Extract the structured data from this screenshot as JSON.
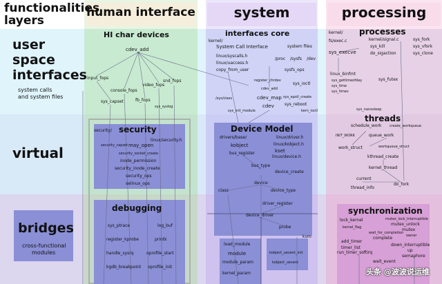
{
  "colors": {
    "user_band": "#dff4fb",
    "virtual_band": "#d8e9f7",
    "bridges_band": "#dcd6ee",
    "human_col": "#d6f0d0",
    "system_col": "#dcdcf8",
    "processing_col": "#f3d4e4",
    "box_blue": "#8a8fd6",
    "box_pink": "#d7a0d6"
  },
  "corner": {
    "functionalities": "functionalities",
    "layers": "layers"
  },
  "columns": {
    "human": "human interface",
    "system": "system",
    "processing": "processing"
  },
  "rows": {
    "user": {
      "title_lines": [
        "user",
        "space",
        "interfaces"
      ],
      "sub_lines": [
        "system calls",
        "and system files"
      ]
    },
    "virtual": {
      "title": "virtual"
    },
    "bridges": {
      "title": "bridges",
      "sub_lines": [
        "cross-functional",
        "modules"
      ]
    }
  },
  "human": {
    "title": "HI char devices",
    "cdev_add": "cdev_add",
    "input_fops": "input_fops",
    "console_fops": "console_fops",
    "video_fops": "video_fops",
    "snd_fops": "snd_fops",
    "sys_capset": "sys_capset",
    "fb_fops": "fb_fops",
    "sys_syslog": "sys_syslog"
  },
  "system_user": {
    "kernel": "kernel/",
    "title": "interfaces core",
    "sci": "System Call Interface",
    "system_files": "system files",
    "syscalls": "linux/syscalls.h",
    "uaccess": "linux/uaccess.h",
    "copy": "copy_from_user",
    "proc": "/proc",
    "sysfs": "/sysfs",
    "dev": "/dev",
    "sysfs_ops": "sysfs_ops",
    "register_chrdev": "register_chrdev",
    "cdev_add": "cdev_add",
    "sys_ioctl": "sys_ioctl",
    "cdev_map": "cdev_map",
    "sys_epoll_create": "sys_epoll_create",
    "cdev": "cdev",
    "sys_reboot": "sys_reboot",
    "sys_init_module": "sys_init_module",
    "sysclass": "/sys/class",
    "kern_ioctl": "kern_ioctl"
  },
  "processing_user": {
    "kernel": "kernel/",
    "fs_exec": "fs/exec.c",
    "title": "processes",
    "signal": "kernel/signal.c",
    "sys_fork": "sys_fork",
    "sys_kill": "sys_kill",
    "sys_vfork": "sys_vfork",
    "do_sigaction": "do_sigaction",
    "sys_execve": "sys_execve",
    "sys_clone": "sys_clone",
    "binfmt": "linux_binfmt",
    "gettimeofday": "sys_gettimeofday",
    "sys_futex": "sys_futex",
    "sys_time": "sys_time",
    "sys_times": "sys_times",
    "nanosleep": "sys_nanosleep"
  },
  "security": {
    "title": "security",
    "security_dir": "security/",
    "linux_security": "linux/security.h",
    "capset": "security_capset",
    "may_open": "may_open",
    "socket_create": "security_socket_create",
    "inode_permission": "inode_permission",
    "inode_create": "security_inode_create",
    "ops": "security_ops",
    "selinux": "selinux_ops"
  },
  "device_model": {
    "title": "Device Model",
    "drivers_base": "drivers/base/",
    "driver_h": "linux/driver.h",
    "kobject": "kobject",
    "kobject_h": "linux/kobject.h",
    "kset": "kset",
    "bus_register": "bus_register",
    "device_h": "linux/device.h",
    "bus_type": "bus_type",
    "device_create": "device_create",
    "device": "device",
    "class": "class",
    "device_type": "device_type",
    "driver_register": "driver_register",
    "device_driver": "device_driver",
    "probe": "probe",
    "kvm": "kvm"
  },
  "threads": {
    "title": "threads",
    "schedule_work": "schedule_work",
    "create_workqueue": "create_workqueue",
    "init_work": "INIT_WORK",
    "queue_work": "queue_work",
    "work_struct": "work_struct",
    "workqueue_struct": "workqueue_struct",
    "kthread_create": "kthread_create",
    "kernel_thread": "kernel_thread",
    "current": "current",
    "thread_info": "thread_info",
    "do_fork": "do_fork"
  },
  "debugging": {
    "title": "debugging",
    "ptrace": "sys_ptrace",
    "log_buf": "log_buf",
    "kprobe": "register_kprobe",
    "printk": "printk",
    "sysrq": "handle_sysrq",
    "oprofile_start": "oprofile_start",
    "breakpoint": "kgdb_breakpoint",
    "oprofile_init": "oprofile_init"
  },
  "module": {
    "load": "load_module",
    "module": "module",
    "param": "module_param",
    "kernel_param": "kernel_param",
    "uevent_init": "kobject_uevent_init",
    "uevent": "kobject_uevent"
  },
  "sync": {
    "title": "synchronization",
    "lock_kernel": "lock_kernel",
    "mutex_lock": "mutex_lock_interruptible",
    "kernel_flag": "kernel_flag",
    "mutex_unlock": "mutex_unlock",
    "mutex": "mutex",
    "wait_completion": "wait_for_completion",
    "add_timer": "add_timer",
    "complete": "complete",
    "owner": "owner",
    "timer_list": "timer_list",
    "run_timer": "run_timer_softirq",
    "down_int": "down_interruptible",
    "up": "up",
    "semaphore": "semaphore",
    "wait_event": "wait_event"
  },
  "watermark": {
    "text": "头条 @波波说运维"
  }
}
